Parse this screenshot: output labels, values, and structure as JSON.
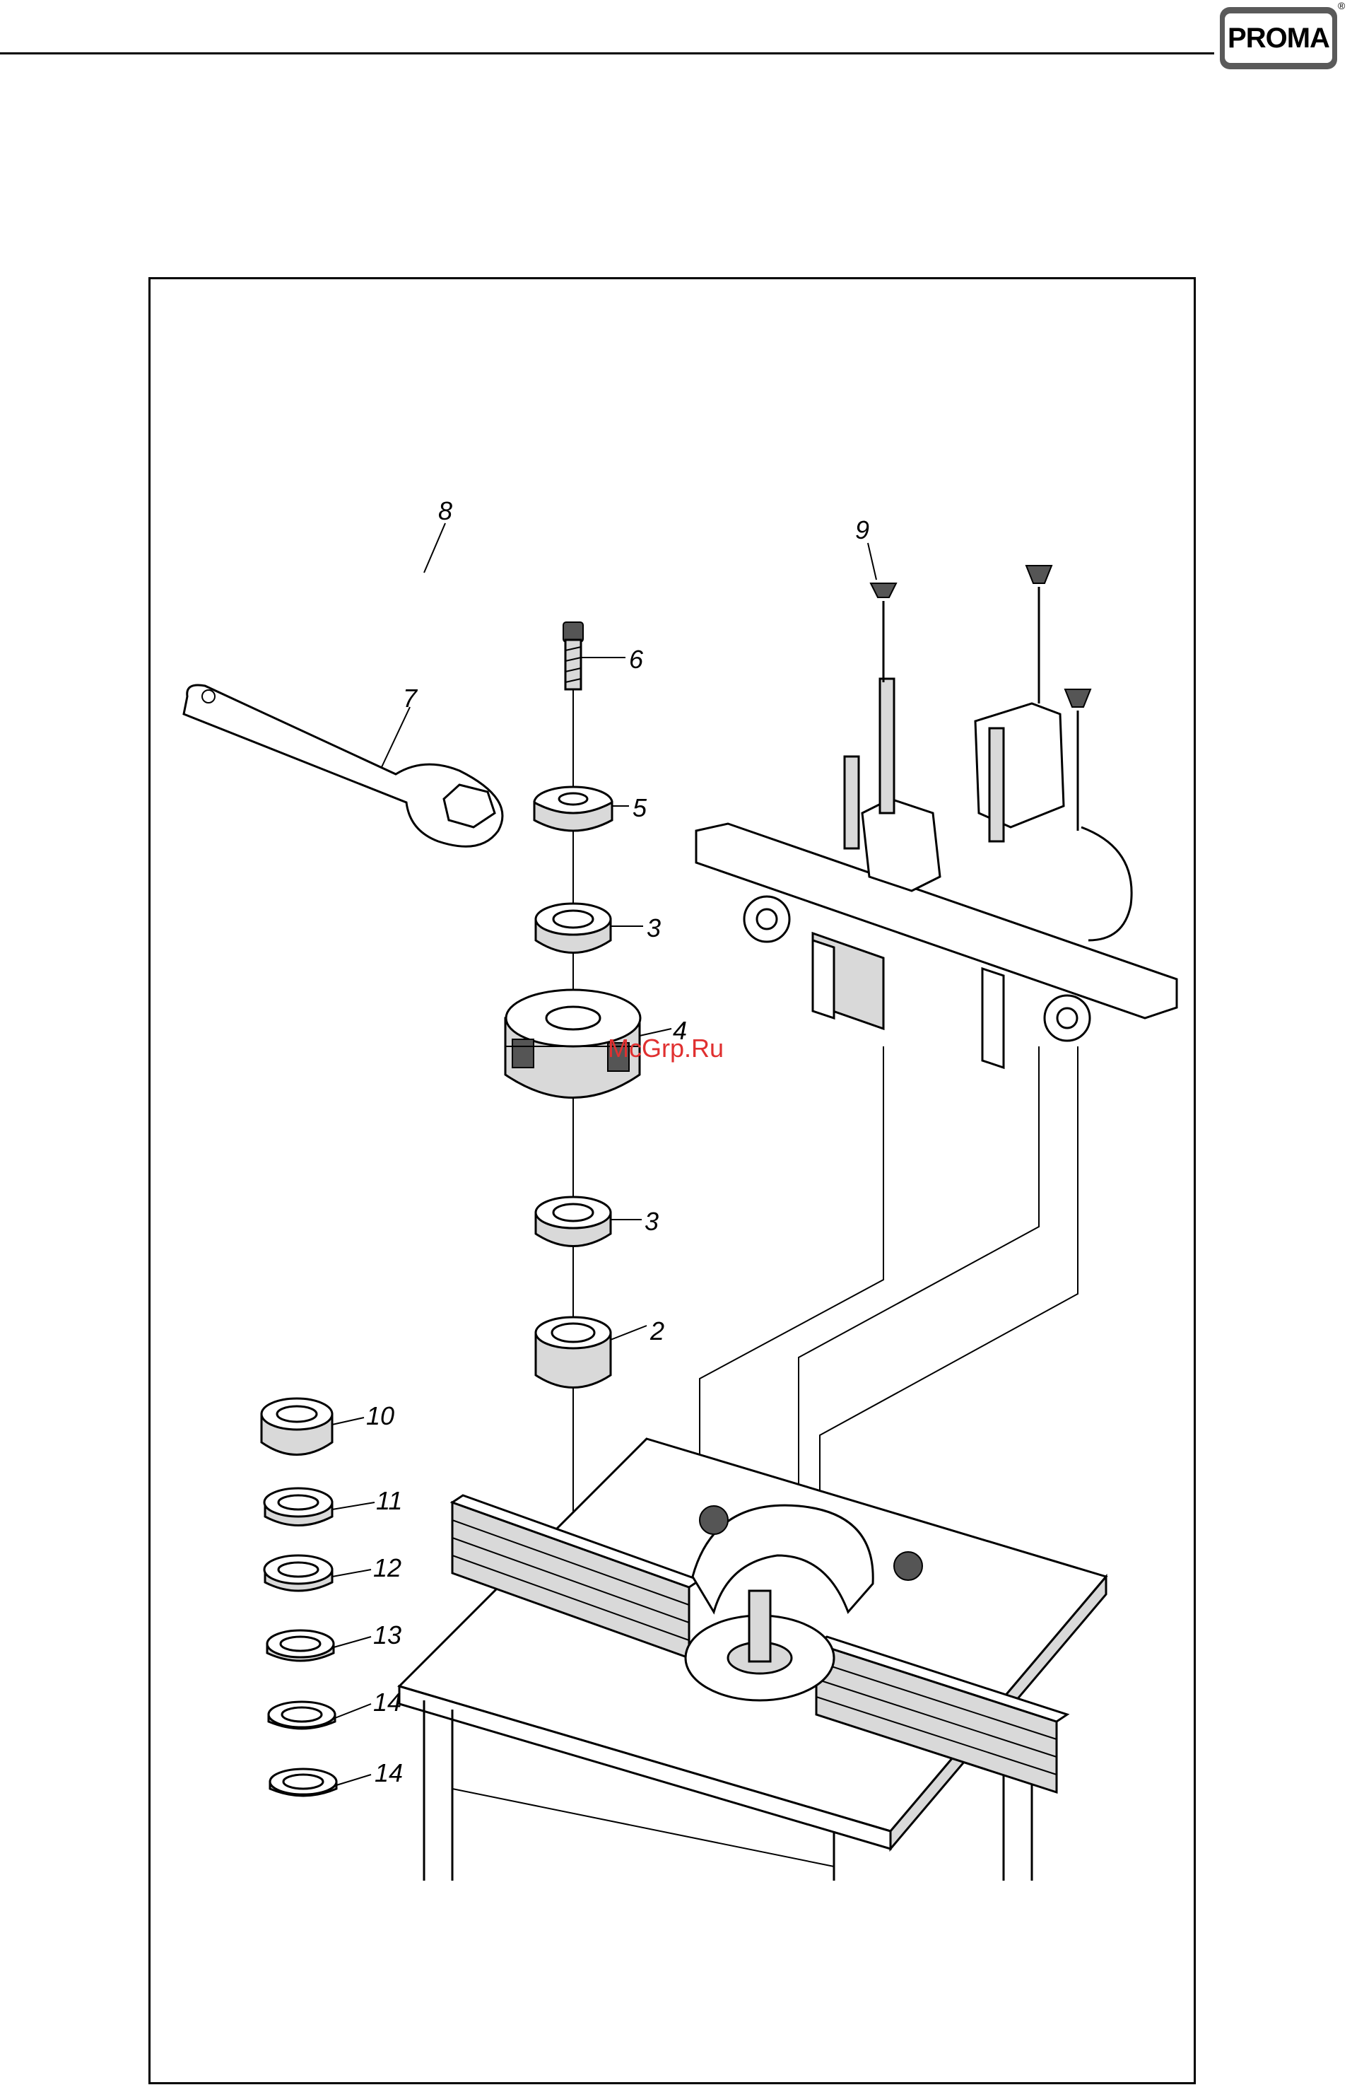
{
  "header": {
    "logo_text": "PROMA",
    "registered_mark": "®"
  },
  "diagram": {
    "watermark": "McGrp.Ru",
    "callouts": [
      {
        "id": "c8",
        "label": "8"
      },
      {
        "id": "c9",
        "label": "9"
      },
      {
        "id": "c6",
        "label": "6"
      },
      {
        "id": "c7",
        "label": "7"
      },
      {
        "id": "c5",
        "label": "5"
      },
      {
        "id": "c3a",
        "label": "3"
      },
      {
        "id": "c4",
        "label": "4"
      },
      {
        "id": "c3b",
        "label": "3"
      },
      {
        "id": "c2",
        "label": "2"
      },
      {
        "id": "c10",
        "label": "10"
      },
      {
        "id": "c11",
        "label": "11"
      },
      {
        "id": "c12",
        "label": "12"
      },
      {
        "id": "c13",
        "label": "13"
      },
      {
        "id": "c14a",
        "label": "14"
      },
      {
        "id": "c14b",
        "label": "14"
      }
    ]
  }
}
